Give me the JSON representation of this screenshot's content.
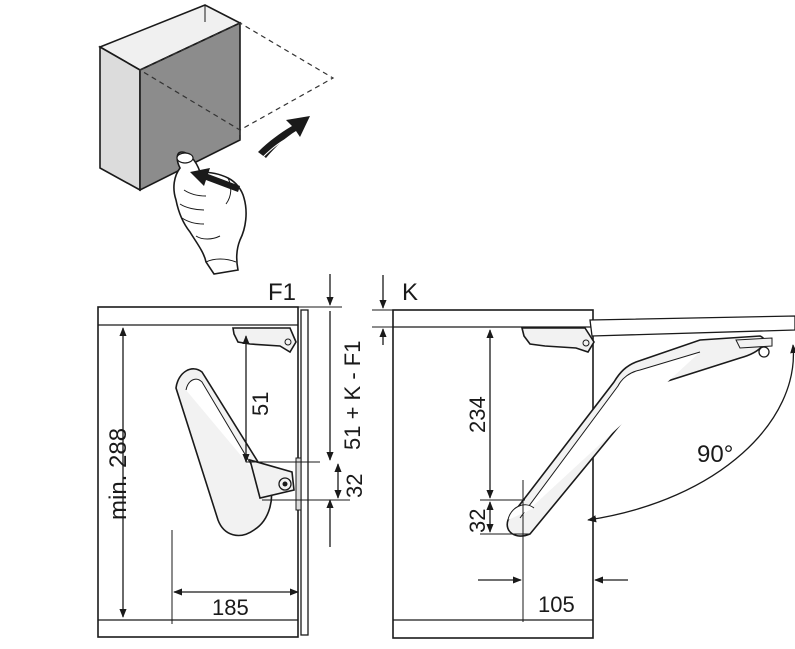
{
  "labels": {
    "f1": "F1",
    "k": "K",
    "min_height": "min. 288",
    "dim_51": "51",
    "dim_formula": "51 + K - F1",
    "dim_32_left": "32",
    "dim_185": "185",
    "dim_234": "234",
    "dim_32_right": "32",
    "dim_105": "105",
    "angle": "90°"
  },
  "colors": {
    "line": "#1a1a1a",
    "cabinet_front": "#8c8c8c",
    "cabinet_side": "#dcdcdc",
    "cabinet_top": "#f0f0f0",
    "glove": "#ffffff"
  },
  "icons": {
    "hand": "gloved-hand-pressing-icon",
    "lift_arrow": "curved-upward-arrow-icon",
    "push_arrow": "push-arrow-icon"
  }
}
